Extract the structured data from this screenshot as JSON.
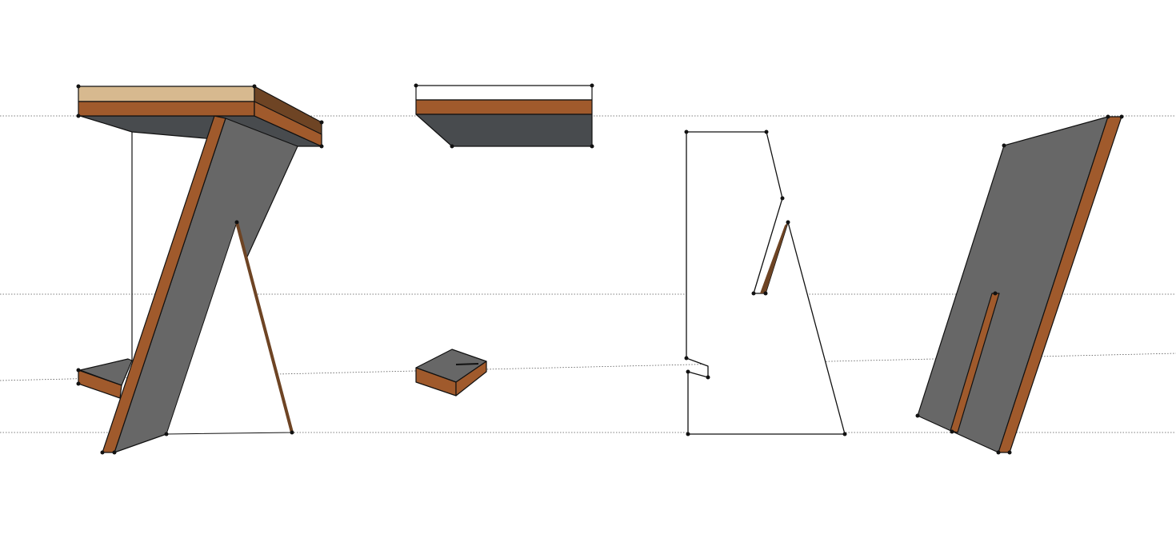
{
  "colors": {
    "panel_face": "#676767",
    "underside": "#484b4e",
    "wood_edge": "#a05a2c",
    "wood_dark": "#6e4424",
    "top_texture": "#d7b98f",
    "guide_line": "#555555"
  },
  "views": [
    "perspective-assembled",
    "top-and-block",
    "side-profile-outline",
    "panel-perspective"
  ]
}
